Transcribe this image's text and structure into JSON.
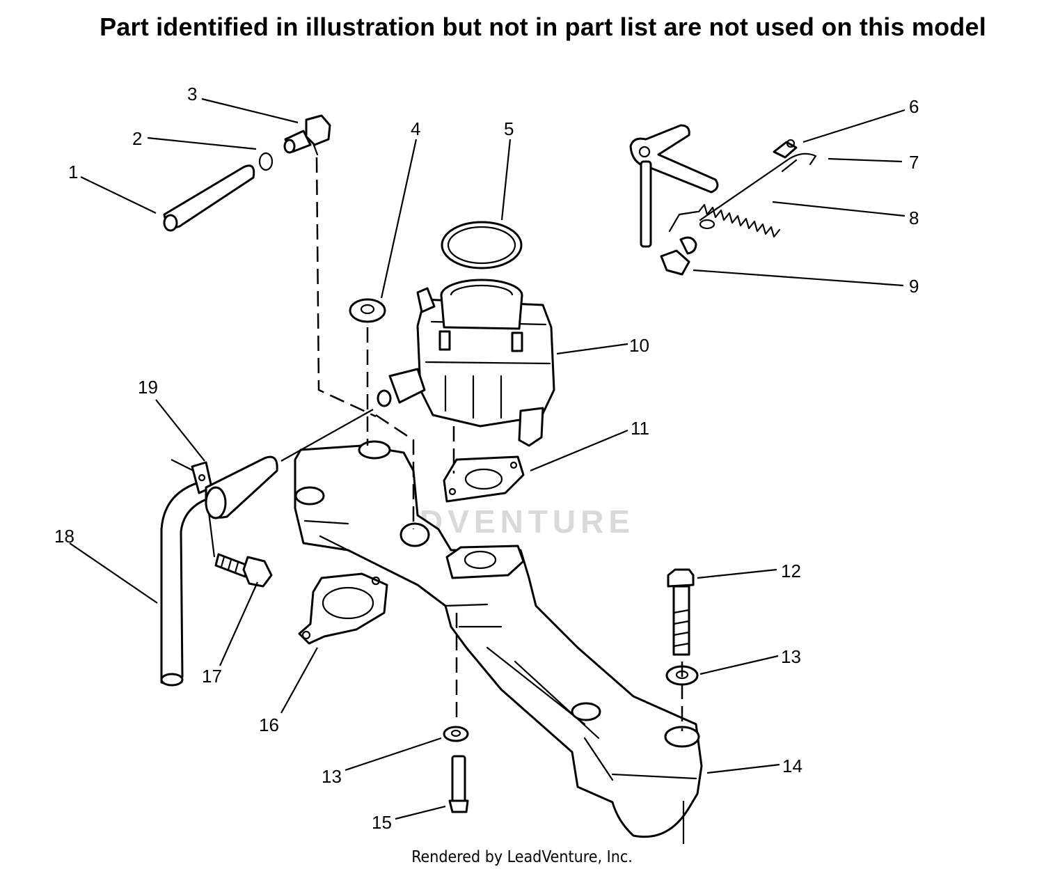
{
  "header": {
    "note": "Part identified in illustration but not in part list are not used on this model"
  },
  "footer": {
    "credit": "Rendered by LeadVenture, Inc."
  },
  "watermark": {
    "text": "LEADVENTURE"
  },
  "callouts": [
    "1",
    "2",
    "3",
    "4",
    "5",
    "6",
    "7",
    "8",
    "9",
    "10",
    "11",
    "12",
    "13",
    "13",
    "14",
    "15",
    "16",
    "17",
    "18",
    "19"
  ]
}
